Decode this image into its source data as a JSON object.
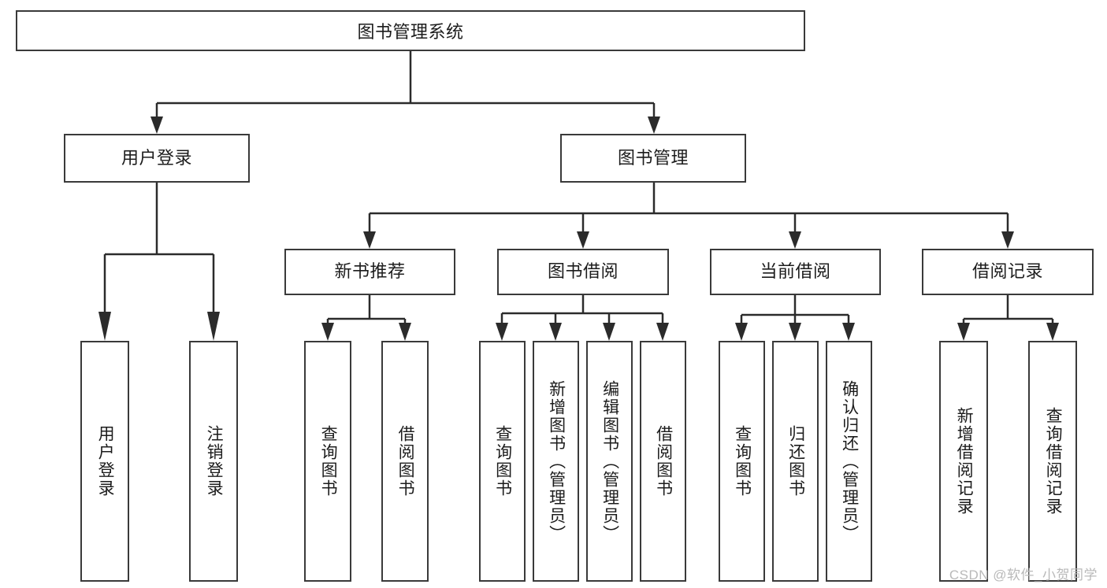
{
  "diagram": {
    "title": "图书管理系统",
    "type": "tree",
    "watermark": "CSDN @软件_小贺同学",
    "colors": {
      "box_border": "#3a3a3a",
      "box_fill": "#ffffff",
      "connector": "#2b2b2b",
      "text": "#1c1c1c",
      "watermark": "#b9b9b9",
      "background": "#ffffff"
    },
    "root": {
      "label": "图书管理系统"
    },
    "level2": [
      {
        "label": "用户登录"
      },
      {
        "label": "图书管理"
      }
    ],
    "level3": [
      {
        "label": "新书推荐"
      },
      {
        "label": "图书借阅"
      },
      {
        "label": "当前借阅"
      },
      {
        "label": "借阅记录"
      }
    ],
    "leaves": {
      "user_login": [
        {
          "label": "用户登录"
        },
        {
          "label": "注销登录"
        }
      ],
      "new_book_recommend": [
        {
          "label": "查询图书"
        },
        {
          "label": "借阅图书"
        }
      ],
      "book_borrow": [
        {
          "label": "查询图书"
        },
        {
          "label": "新增图书（管理员）"
        },
        {
          "label": "编辑图书（管理员）"
        },
        {
          "label": "借阅图书"
        }
      ],
      "current_borrow": [
        {
          "label": "查询图书"
        },
        {
          "label": "归还图书"
        },
        {
          "label": "确认归还（管理员）"
        }
      ],
      "borrow_record": [
        {
          "label": "新增借阅记录"
        },
        {
          "label": "查询借阅记录"
        }
      ]
    }
  }
}
